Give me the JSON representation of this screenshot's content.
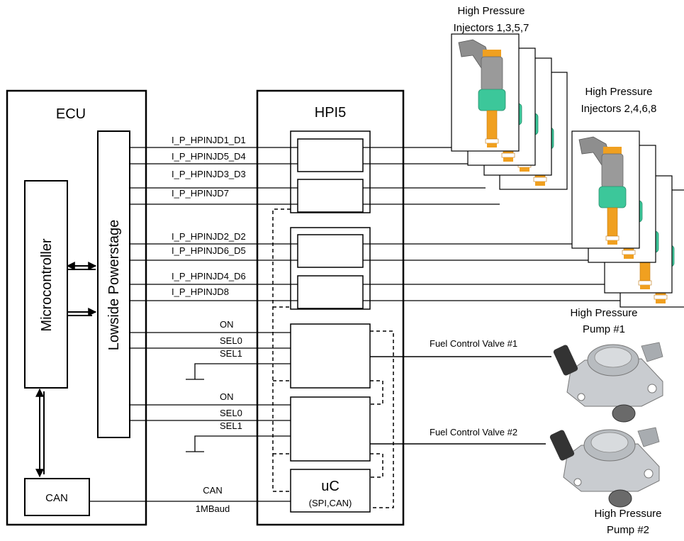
{
  "ecu": {
    "title": "ECU",
    "microcontroller": "Microcontroller",
    "powerstage": "Lowside Powerstage",
    "can": "CAN"
  },
  "hpi5": {
    "title": "HPI5",
    "uc_title": "uC",
    "uc_sub": "(SPI,CAN)"
  },
  "signals": {
    "inj1": "I_P_HPINJD1_D1",
    "inj5": "I_P_HPINJD5_D4",
    "inj3": "I_P_HPINJD3_D3",
    "inj7": "I_P_HPINJD7",
    "inj2": "I_P_HPINJD2_D2",
    "inj6": "I_P_HPINJD6_D5",
    "inj4": "I_P_HPINJD4_D6",
    "inj8": "I_P_HPINJD8",
    "on1": "ON",
    "sel0_1": "SEL0",
    "sel1_1": "SEL1",
    "on2": "ON",
    "sel0_2": "SEL0",
    "sel1_2": "SEL1",
    "can": "CAN",
    "baud": "1MBaud"
  },
  "injectors_a": {
    "line1": "High Pressure",
    "line2": "Injectors 1,3,5,7"
  },
  "injectors_b": {
    "line1": "High Pressure",
    "line2": "Injectors 2,4,6,8"
  },
  "pump1": {
    "line1": "High Pressure",
    "line2": "Pump #1",
    "valve": "Fuel Control Valve #1"
  },
  "pump2": {
    "line1": "High Pressure",
    "line2": "Pump #2",
    "valve": "Fuel Control Valve #2"
  },
  "colors": {
    "injector_body": "#3cc79a",
    "injector_nozzle": "#f0a020",
    "injector_top": "#8a8a8a",
    "pump_body": "#b8bcc0"
  }
}
